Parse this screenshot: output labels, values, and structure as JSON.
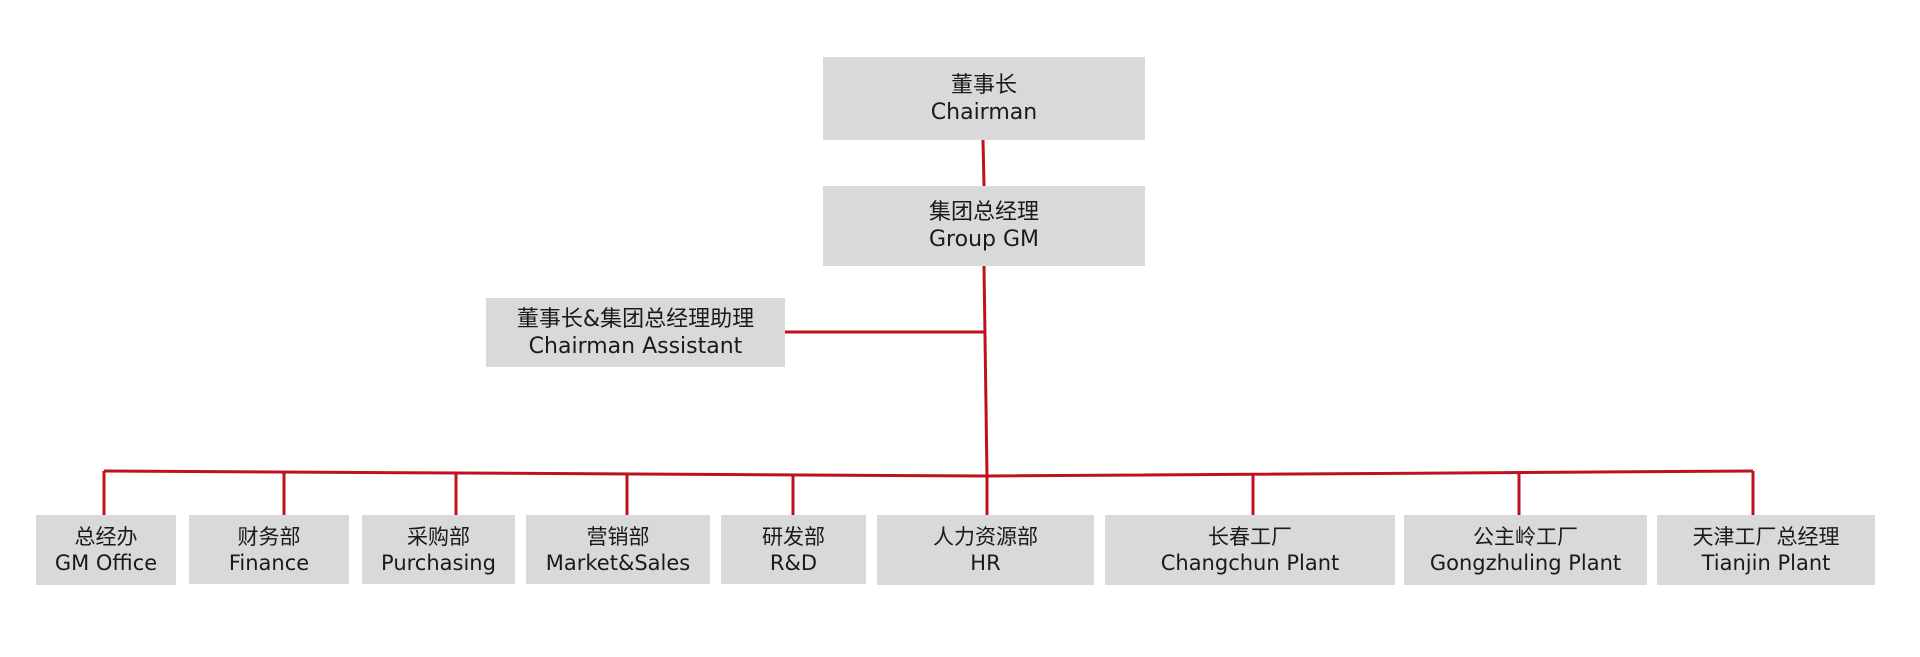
{
  "chairman": {
    "zh": "董事长",
    "en": "Chairman"
  },
  "group_gm": {
    "zh": "集团总经理",
    "en": "Group GM"
  },
  "assistant": {
    "zh": "董事长&集团总经理助理",
    "en": "Chairman Assistant"
  },
  "departments": [
    {
      "zh": "总经办",
      "en": "GM Office"
    },
    {
      "zh": "财务部",
      "en": "Finance"
    },
    {
      "zh": "采购部",
      "en": "Purchasing"
    },
    {
      "zh": "营销部",
      "en": "Market&Sales"
    },
    {
      "zh": "研发部",
      "en": "R&D"
    },
    {
      "zh": "人力资源部",
      "en": "HR"
    },
    {
      "zh": "长春工厂",
      "en": "Changchun Plant"
    },
    {
      "zh": "公主岭工厂",
      "en": "Gongzhuling Plant"
    },
    {
      "zh": "天津工厂总经理",
      "en": "Tianjin Plant"
    }
  ],
  "colors": {
    "connector": "#c0111f",
    "box_fill": "#d9d9d9",
    "text": "#1a1a1a"
  }
}
